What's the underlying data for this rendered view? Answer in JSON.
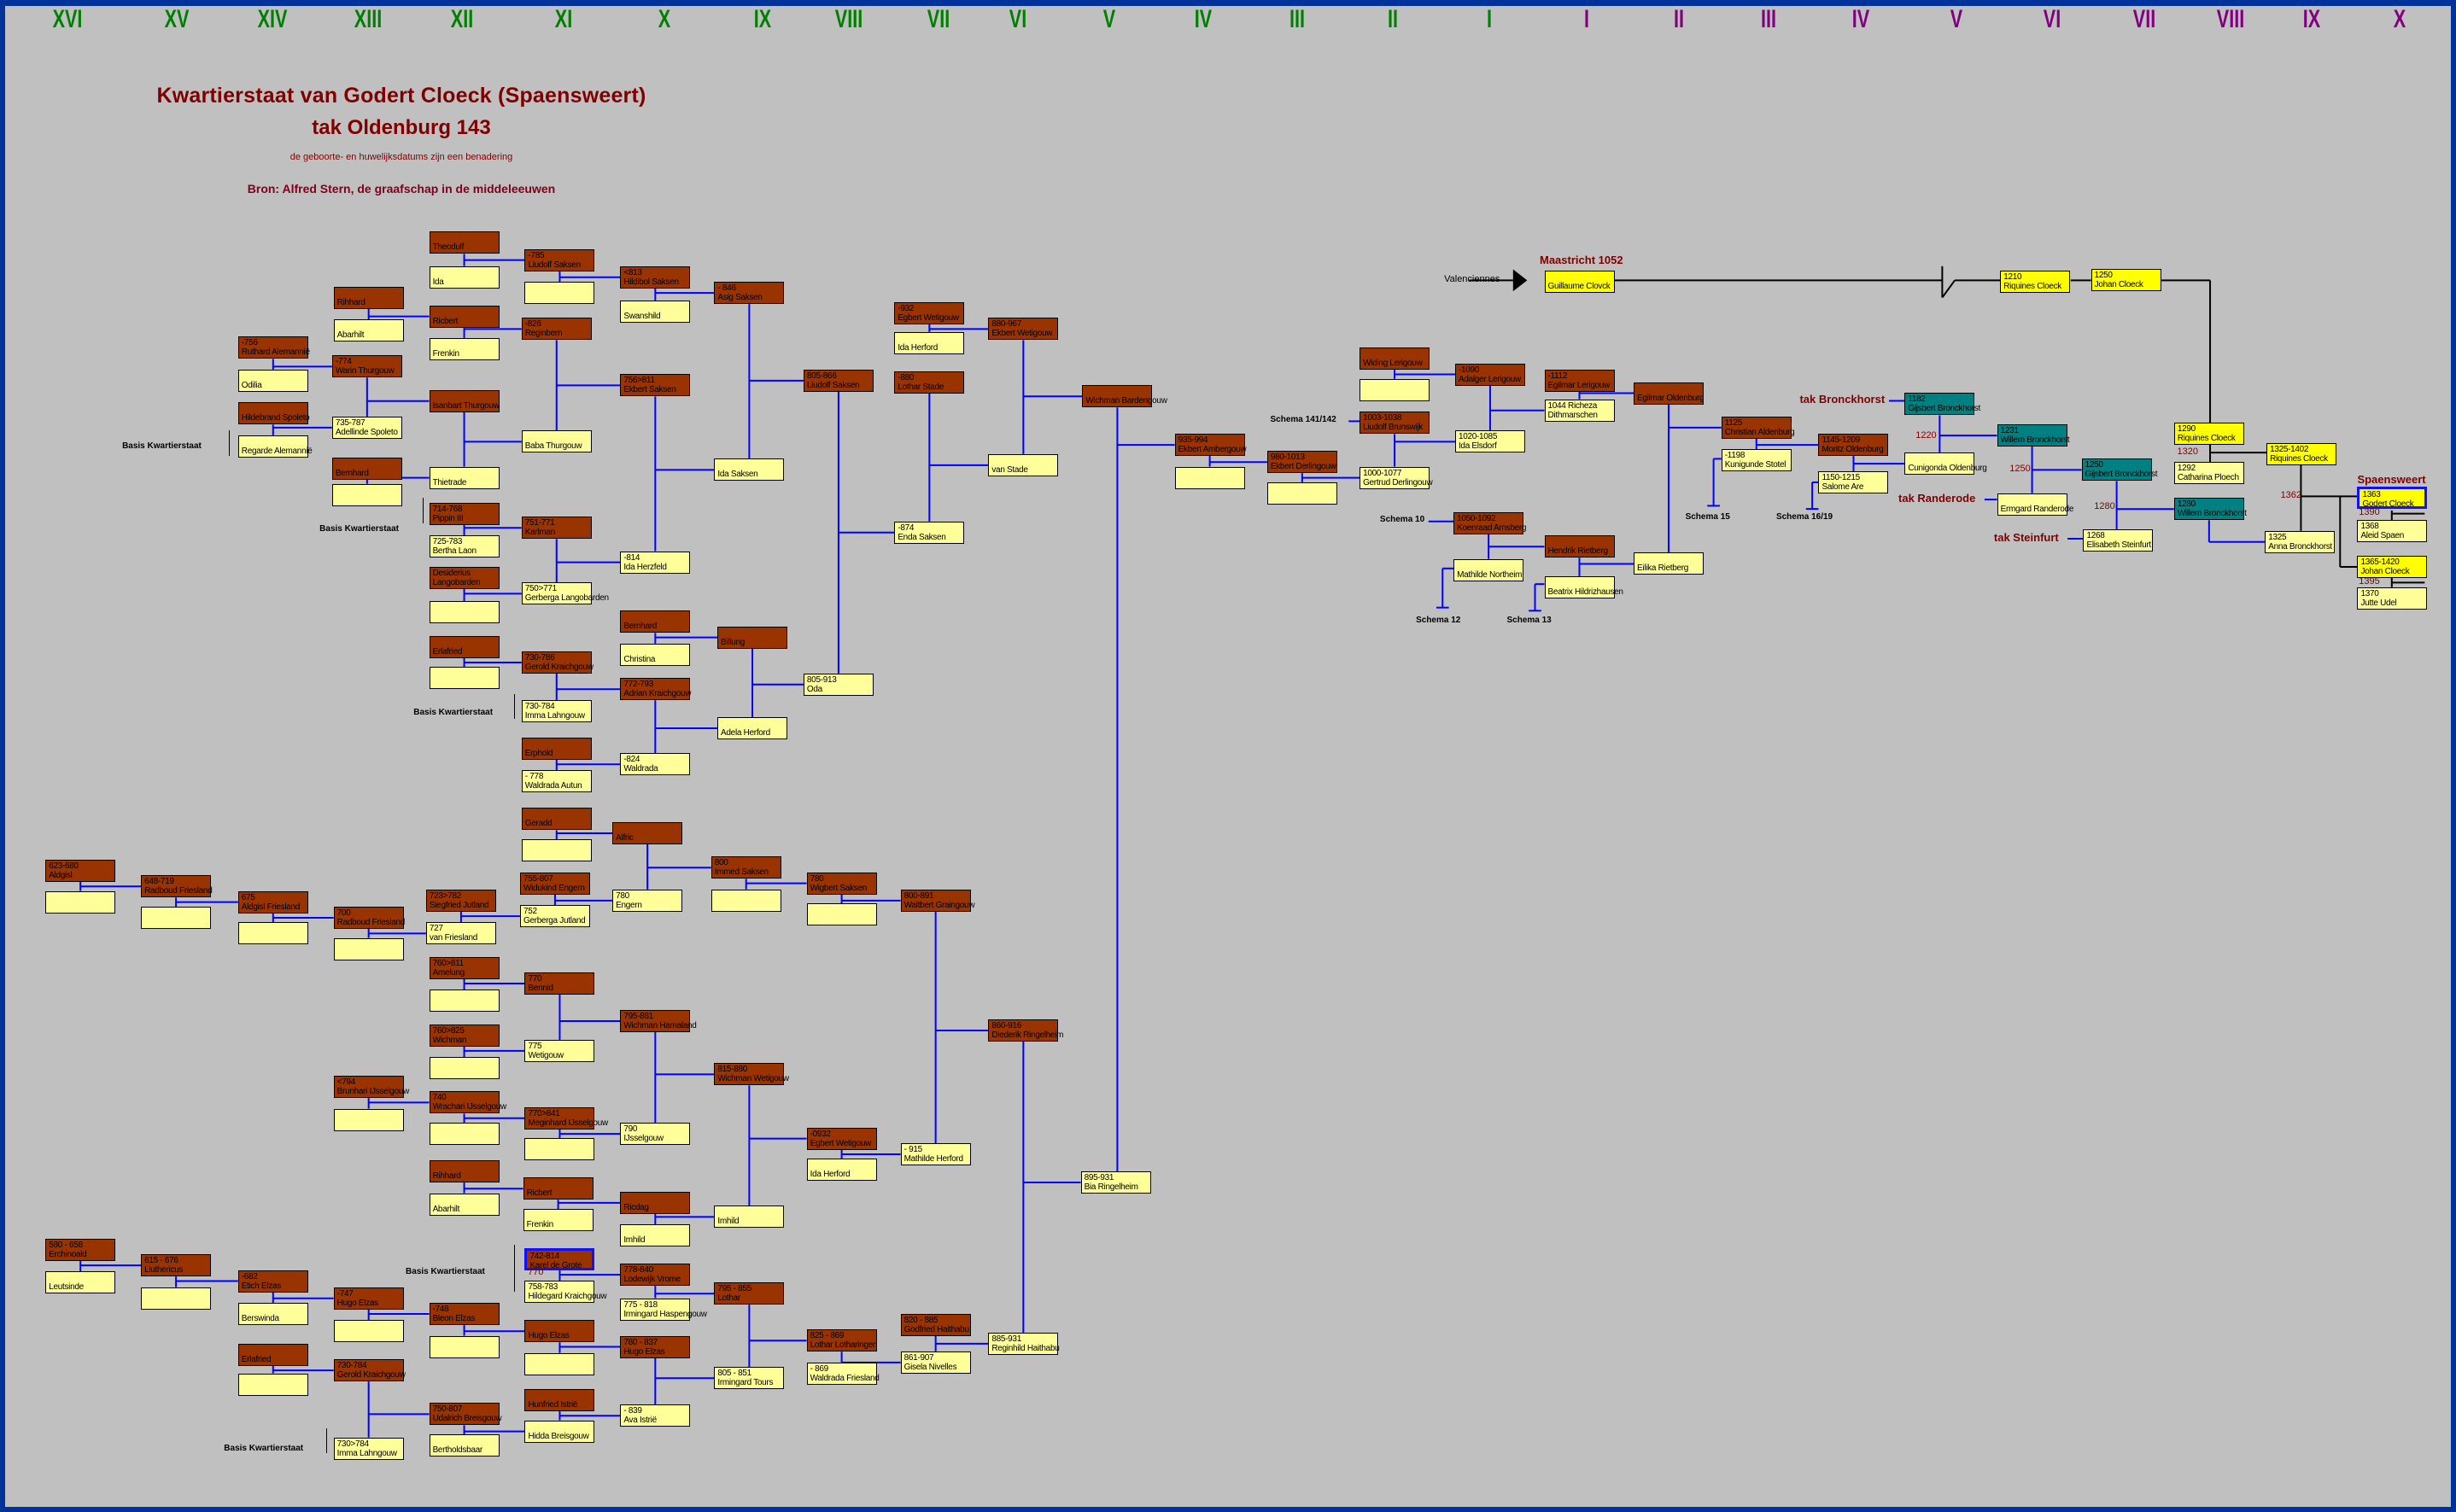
{
  "title": "Kwartierstaat van Godert Cloeck (Spaensweert)",
  "subtitle": "tak Oldenburg 143",
  "note": "de geboorte- en huwelijksdatums zijn een benadering",
  "source": "Bron: Alfred Stern, de graafschap in de middeleeuwen",
  "generations_left": [
    "XVI",
    "XV",
    "XIV",
    "XIII",
    "XII",
    "XI",
    "X",
    "IX",
    "VIII",
    "VII",
    "VI",
    "V",
    "IV",
    "III",
    "II",
    "I"
  ],
  "generations_right": [
    "I",
    "II",
    "III",
    "IV",
    "V",
    "VI",
    "VII",
    "VIII",
    "IX",
    "X"
  ],
  "colors": {
    "male": "#993300",
    "female": "#ffff99",
    "cloeck": "#ffff00",
    "bronckhorst": "#008080",
    "lines": "#0000ff",
    "generation_left": "#008000",
    "generation_right": "#800080",
    "title": "#800000"
  },
  "persons": [
    {
      "date": "",
      "name": "Theodulf",
      "kind": "m"
    },
    {
      "date": "",
      "name": "Ida",
      "kind": "f"
    },
    {
      "date": "-785",
      "name": "Liudolf Saksen",
      "kind": "m"
    },
    {
      "date": "",
      "name": "",
      "kind": "f"
    },
    {
      "date": "<813",
      "name": "Hildibol Saksen",
      "kind": "m"
    },
    {
      "date": "",
      "name": "Swanshild",
      "kind": "f"
    },
    {
      "date": "- 846",
      "name": "Asig Saksen",
      "kind": "m"
    },
    {
      "date": "",
      "name": "Rihhard",
      "kind": "m"
    },
    {
      "date": "",
      "name": "Abarhilt",
      "kind": "f"
    },
    {
      "date": "",
      "name": "Ricbert",
      "kind": "m"
    },
    {
      "date": "",
      "name": "Frenkin",
      "kind": "f"
    },
    {
      "date": "-826",
      "name": "Reginbern",
      "kind": "m"
    },
    {
      "date": "-756",
      "name": "Ruthard Alemannië",
      "kind": "m"
    },
    {
      "date": "",
      "name": "Odilia",
      "kind": "f"
    },
    {
      "date": "-774",
      "name": "Warin Thurgouw",
      "kind": "m"
    },
    {
      "date": "",
      "name": "Isanbart Thurgouw",
      "kind": "m"
    },
    {
      "date": "",
      "name": "Hildebrand Spoleto",
      "kind": "m"
    },
    {
      "date": "",
      "name": "Regarde Alemannië",
      "kind": "f"
    },
    {
      "date": "735-787",
      "name": "Adellinde Spoleto",
      "kind": "f"
    },
    {
      "date": "",
      "name": "Baba Thurgouw",
      "kind": "f"
    },
    {
      "date": "756>811",
      "name": "Ekbert Saksen",
      "kind": "m"
    },
    {
      "date": "",
      "name": "Bernhard",
      "kind": "m"
    },
    {
      "date": "",
      "name": "",
      "kind": "f"
    },
    {
      "date": "",
      "name": "Thietrade",
      "kind": "f"
    },
    {
      "date": "",
      "name": "Ida Saksen",
      "kind": "f"
    },
    {
      "date": "714-768",
      "name": "Pippin III",
      "kind": "m"
    },
    {
      "date": "725-783",
      "name": "Bertha Laon",
      "kind": "f"
    },
    {
      "date": "751-771",
      "name": "Karlman",
      "kind": "m"
    },
    {
      "date": "-814",
      "name": "Ida Herzfeld",
      "kind": "f"
    },
    {
      "date": "Desiderius",
      "name": "Langobarden",
      "kind": "m"
    },
    {
      "date": "",
      "name": "",
      "kind": "f"
    },
    {
      "date": "750>771",
      "name": "Gerberga Langobarden",
      "kind": "f"
    },
    {
      "date": "",
      "name": "Bernhard",
      "kind": "m"
    },
    {
      "date": "",
      "name": "Christina",
      "kind": "f"
    },
    {
      "date": "",
      "name": "Billung",
      "kind": "m"
    },
    {
      "date": "",
      "name": "Erlafried",
      "kind": "m"
    },
    {
      "date": "",
      "name": "",
      "kind": "f"
    },
    {
      "date": "730-786",
      "name": "Gerold Kraichgouw",
      "kind": "m"
    },
    {
      "date": "772-793",
      "name": "Adrian Kraichgouw",
      "kind": "m"
    },
    {
      "date": "805-913",
      "name": "Oda",
      "kind": "f"
    },
    {
      "date": "730-784",
      "name": "Imma Lahngouw",
      "kind": "f"
    },
    {
      "date": "",
      "name": "Adela Herford",
      "kind": "f"
    },
    {
      "date": "",
      "name": "Erphold",
      "kind": "m"
    },
    {
      "date": "- 778",
      "name": "Waldrada Autun",
      "kind": "f"
    },
    {
      "date": "-824",
      "name": "Waldrada",
      "kind": "f"
    },
    {
      "date": "",
      "name": "Geradd",
      "kind": "m"
    },
    {
      "date": "",
      "name": "",
      "kind": "f"
    },
    {
      "date": "",
      "name": "Alfric",
      "kind": "m"
    },
    {
      "date": "800",
      "name": "Immed Saksen",
      "kind": "m"
    },
    {
      "date": "",
      "name": "",
      "kind": "f"
    },
    {
      "date": "780",
      "name": "Wigbert Saksen",
      "kind": "m"
    },
    {
      "date": "",
      "name": "",
      "kind": "f"
    },
    {
      "date": "800-891",
      "name": "Waltbert Graingouw",
      "kind": "m"
    },
    {
      "date": "755-807",
      "name": "Widukind Engern",
      "kind": "m"
    },
    {
      "date": "752",
      "name": "Gerberga Jutland",
      "kind": "f"
    },
    {
      "date": "780",
      "name": "Engern",
      "kind": "f"
    },
    {
      "date": "723>782",
      "name": "Siegfried Jutland",
      "kind": "m"
    },
    {
      "date": "727",
      "name": "van Friesland",
      "kind": "f"
    },
    {
      "date": "623-680",
      "name": "Aldgisl",
      "kind": "m"
    },
    {
      "date": "",
      "name": "",
      "kind": "f"
    },
    {
      "date": "648-719",
      "name": "Radboud Friesland",
      "kind": "m"
    },
    {
      "date": "",
      "name": "",
      "kind": "f"
    },
    {
      "date": "675",
      "name": "Aldgisl Friesland",
      "kind": "m"
    },
    {
      "date": "",
      "name": "",
      "kind": "f"
    },
    {
      "date": "700",
      "name": "Radboud Friesland",
      "kind": "m"
    },
    {
      "date": "",
      "name": "",
      "kind": "f"
    },
    {
      "date": "760>811",
      "name": "Amelung",
      "kind": "m"
    },
    {
      "date": "",
      "name": "",
      "kind": "f"
    },
    {
      "date": "770",
      "name": "Bennid",
      "kind": "m"
    },
    {
      "date": "795-861",
      "name": "Wichman Hamaland",
      "kind": "m"
    },
    {
      "date": "760>825",
      "name": "Wichman",
      "kind": "m"
    },
    {
      "date": "",
      "name": "",
      "kind": "f"
    },
    {
      "date": "775",
      "name": "Wetigouw",
      "kind": "f"
    },
    {
      "date": "<794",
      "name": "Brunhari IJsselgouw",
      "kind": "m"
    },
    {
      "date": "",
      "name": "",
      "kind": "f"
    },
    {
      "date": "740",
      "name": "Wrachari IJsselgouw",
      "kind": "m"
    },
    {
      "date": "",
      "name": "",
      "kind": "f"
    },
    {
      "date": "770>841",
      "name": "Meginhard IJsselgouw",
      "kind": "m"
    },
    {
      "date": "",
      "name": "",
      "kind": "f"
    },
    {
      "date": "790",
      "name": "IJsselgouw",
      "kind": "f"
    },
    {
      "date": "815-880",
      "name": "Wichman Wetigouw",
      "kind": "m"
    },
    {
      "date": "-0932",
      "name": "Egbert Wetigouw",
      "kind": "m"
    },
    {
      "date": "",
      "name": "Ida Herford",
      "kind": "f"
    },
    {
      "date": "- 915",
      "name": "Mathilde Herford",
      "kind": "f"
    },
    {
      "date": "860-916",
      "name": "Diederik Ringelheim",
      "kind": "m"
    },
    {
      "date": "895-931",
      "name": "Bia Ringelheim",
      "kind": "f"
    },
    {
      "date": "",
      "name": "Rihhard",
      "kind": "m"
    },
    {
      "date": "",
      "name": "Abarhilt",
      "kind": "f"
    },
    {
      "date": "",
      "name": "Ricbert",
      "kind": "m"
    },
    {
      "date": "",
      "name": "Frenkin",
      "kind": "f"
    },
    {
      "date": "",
      "name": "Ricdag",
      "kind": "m"
    },
    {
      "date": "",
      "name": "Imhild",
      "kind": "f"
    },
    {
      "date": "",
      "name": "Imhild",
      "kind": "f"
    },
    {
      "date": "580 - 658",
      "name": "Erchinoald",
      "kind": "m"
    },
    {
      "date": "",
      "name": "Leutsinde",
      "kind": "f"
    },
    {
      "date": "615 - 676",
      "name": "Liuthericus",
      "kind": "m"
    },
    {
      "date": "",
      "name": "",
      "kind": "f"
    },
    {
      "date": "-682",
      "name": "Etich Elzas",
      "kind": "m"
    },
    {
      "date": "",
      "name": "Berswinda",
      "kind": "f"
    },
    {
      "date": "-747",
      "name": "Hugo Elzas",
      "kind": "m"
    },
    {
      "date": "",
      "name": "",
      "kind": "f"
    },
    {
      "date": "-748",
      "name": "Bleon Elzas",
      "kind": "m"
    },
    {
      "date": "",
      "name": "",
      "kind": "f"
    },
    {
      "date": "742-814",
      "name": "Karel de Grote",
      "kind": "kdg"
    },
    {
      "date": "758-783",
      "name": "Hildegard Kraichgouw",
      "kind": "f"
    },
    {
      "date": "778-840",
      "name": "Lodewijk Vrome",
      "kind": "m"
    },
    {
      "date": "775 - 818",
      "name": "Irmingard Haspengouw",
      "kind": "f"
    },
    {
      "date": "795 - 855",
      "name": "Lothar",
      "kind": "m"
    },
    {
      "date": "",
      "name": "Hugo Elzas",
      "kind": "m"
    },
    {
      "date": "",
      "name": "",
      "kind": "f"
    },
    {
      "date": "780 - 837",
      "name": "Hugo Elzas",
      "kind": "m"
    },
    {
      "date": "805 - 851",
      "name": "Irmingard Tours",
      "kind": "f"
    },
    {
      "date": "",
      "name": "Erlafried",
      "kind": "m"
    },
    {
      "date": "",
      "name": "",
      "kind": "f"
    },
    {
      "date": "730-784",
      "name": "Gerold Kraichgouw",
      "kind": "m"
    },
    {
      "date": "",
      "name": "Hunfried Istrië",
      "kind": "m"
    },
    {
      "date": "",
      "name": "Hidda Breisgouw",
      "kind": "f"
    },
    {
      "date": "- 839",
      "name": "Ava Istrië",
      "kind": "f"
    },
    {
      "date": "750-807",
      "name": "Udalrich Breisgouw",
      "kind": "m"
    },
    {
      "date": "",
      "name": "Bertholdsbaar",
      "kind": "f"
    },
    {
      "date": "730>784",
      "name": "Imma Lahngouw",
      "kind": "f"
    },
    {
      "date": "825 - 869",
      "name": "Lothar Lotharingen",
      "kind": "m"
    },
    {
      "date": "- 869",
      "name": "Waldrada Friesland",
      "kind": "f"
    },
    {
      "date": "820 - 885",
      "name": "Godfried Haithabu",
      "kind": "m"
    },
    {
      "date": "861-907",
      "name": "Gisela Nivelles",
      "kind": "f"
    },
    {
      "date": "885-931",
      "name": "Reginhild Haithabu",
      "kind": "f"
    },
    {
      "date": "-932",
      "name": "Egbert Wetigouw",
      "kind": "m"
    },
    {
      "date": "",
      "name": "Ida Herford",
      "kind": "f"
    },
    {
      "date": "880-967",
      "name": "Ekbert Wetigouw",
      "kind": "m"
    },
    {
      "date": "805-866",
      "name": "Liudolf Saksen",
      "kind": "m"
    },
    {
      "date": "-880",
      "name": "Lothar Stade",
      "kind": "m"
    },
    {
      "date": "",
      "name": "Wichman Bardengouw",
      "kind": "m"
    },
    {
      "date": "",
      "name": "van Stade",
      "kind": "f"
    },
    {
      "date": "-874",
      "name": "Enda Saksen",
      "kind": "f"
    },
    {
      "date": "935-994",
      "name": "Ekbert Ambergouw",
      "kind": "m"
    },
    {
      "date": "",
      "name": "",
      "kind": "f"
    },
    {
      "date": "980-1013",
      "name": "Ekbert Derlingouw",
      "kind": "m"
    },
    {
      "date": "",
      "name": "",
      "kind": "f"
    },
    {
      "date": "",
      "name": "Widing Lerigouw",
      "kind": "m"
    },
    {
      "date": "",
      "name": "",
      "kind": "f"
    },
    {
      "date": "-1090",
      "name": "Adalger Lerigouw",
      "kind": "m"
    },
    {
      "date": "1003-1038",
      "name": "Liudolf Brunswijk",
      "kind": "m"
    },
    {
      "date": "1020-1085",
      "name": "Ida Elsdorf",
      "kind": "f"
    },
    {
      "date": "1000-1077",
      "name": "Gertrud Derlingouw",
      "kind": "f"
    },
    {
      "date": "-1112",
      "name": "Egilmar Lerigouw",
      "kind": "m"
    },
    {
      "date": "1044    Richeza",
      "name": "Dithmarschen",
      "kind": "f"
    },
    {
      "date": "",
      "name": "Egilmar Oldenburg",
      "kind": "m"
    },
    {
      "date": "1125",
      "name": "Christian Aldenburg",
      "kind": "m"
    },
    {
      "date": "-1198",
      "name": "Kunigunde Stotel",
      "kind": "f"
    },
    {
      "date": "1145-1209",
      "name": "Moritz Oldenburg",
      "kind": "m"
    },
    {
      "date": "1150-1215",
      "name": "Salome Are",
      "kind": "f"
    },
    {
      "date": "1050-1092",
      "name": "Koenraad Arnsberg",
      "kind": "m"
    },
    {
      "date": "",
      "name": "Hendrik Rietberg",
      "kind": "m"
    },
    {
      "date": "",
      "name": "Mathilde Northeim",
      "kind": "f"
    },
    {
      "date": "",
      "name": "Beatrix Hildrizhausen",
      "kind": "f"
    },
    {
      "date": "",
      "name": "Eilika Rietberg",
      "kind": "f"
    },
    {
      "date": "",
      "name": "Guillaume Clovck",
      "kind": "y"
    },
    {
      "date": "1210",
      "name": "Riquines Cloeck",
      "kind": "y"
    },
    {
      "date": "1250",
      "name": "Johan Cloeck",
      "kind": "y"
    },
    {
      "date": "1182",
      "name": "Gijsbert Bronckhorst",
      "kind": "t"
    },
    {
      "date": "",
      "name": "Cunigonda Oldenburg",
      "kind": "f"
    },
    {
      "date": "1231",
      "name": "Willem Bronckhorst",
      "kind": "t"
    },
    {
      "date": "",
      "name": "Ermgard Randerode",
      "kind": "f"
    },
    {
      "date": "1250",
      "name": "Gijsbert Bronckhorst",
      "kind": "t"
    },
    {
      "date": "1268",
      "name": "Elisabeth Steinfurt",
      "kind": "f"
    },
    {
      "date": "1280",
      "name": "Willem Bronckhorst",
      "kind": "t"
    },
    {
      "date": "1290",
      "name": "Riquines Cloeck",
      "kind": "y"
    },
    {
      "date": "1292",
      "name": "Catharina Ploech",
      "kind": "f"
    },
    {
      "date": "1325-1402",
      "name": "Riquines Cloeck",
      "kind": "y"
    },
    {
      "date": "1325",
      "name": "Anna Bronckhorst",
      "kind": "f"
    },
    {
      "date": "1363",
      "name": "Godert Cloeck",
      "kind": "yb"
    },
    {
      "date": "1368",
      "name": "Aleid Spaen",
      "kind": "f"
    },
    {
      "date": "1365-1420",
      "name": "Johan Cloeck",
      "kind": "y"
    },
    {
      "date": "1370",
      "name": "Jutte Udel",
      "kind": "f"
    }
  ],
  "basis_labels": [
    "Basis Kwartierstaat",
    "Basis Kwartierstaat",
    "Basis Kwartierstaat",
    "Basis Kwartierstaat",
    "Basis Kwartierstaat"
  ],
  "schema_labels": [
    "Schema 141/142",
    "Schema 10",
    "Schema 12",
    "Schema 13",
    "Schema 15",
    "Schema 16/19"
  ],
  "branch_labels": [
    "Maastricht 1052",
    "tak Bronckhorst",
    "tak Randerode",
    "tak Steinfurt",
    "Spaensweert"
  ],
  "marriage_years": [
    "1220",
    "1250",
    "1280",
    "1320",
    "1362",
    "1390",
    "1395",
    "770"
  ],
  "origin_label": "Valenciennes"
}
